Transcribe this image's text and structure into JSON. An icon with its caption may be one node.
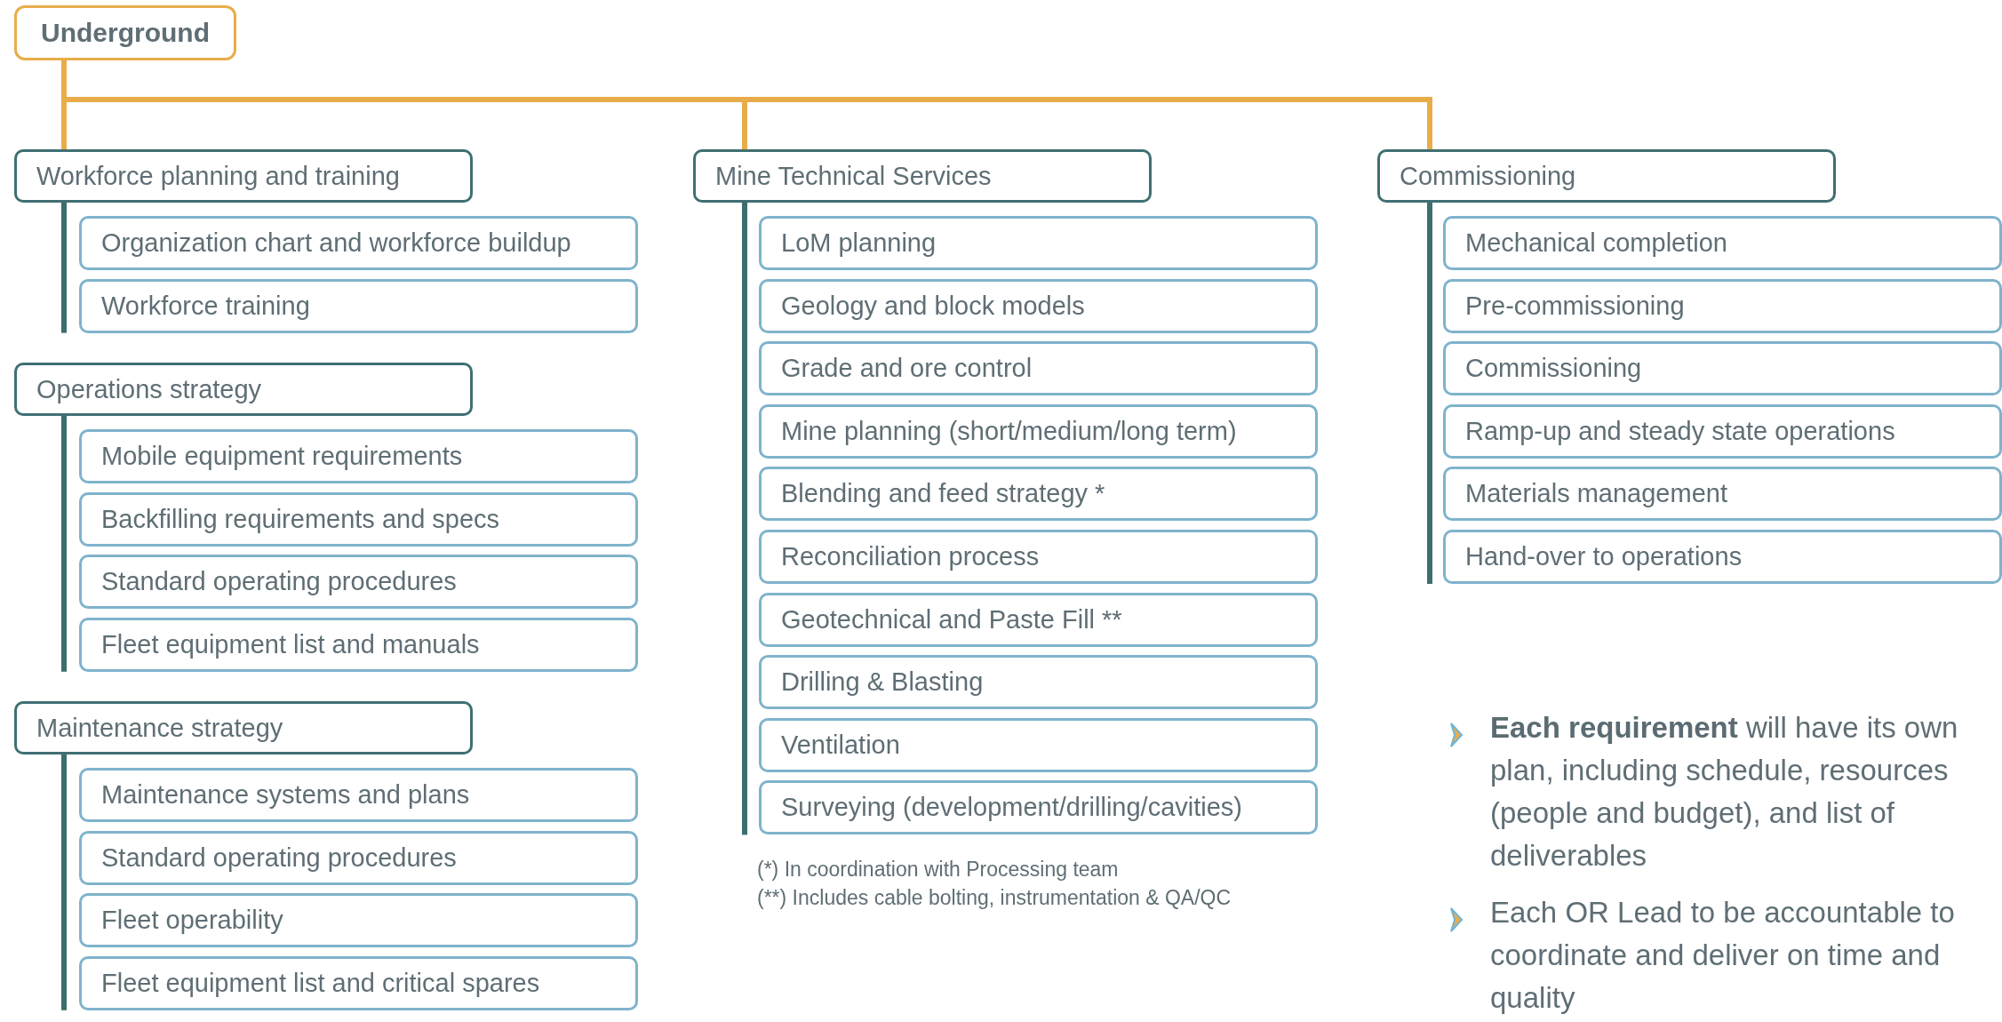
{
  "diagram": {
    "nodes": [
      {
        "text": [
          "Underground"
        ]
      },
      {
        "text": [
          "Workforce planning and training"
        ]
      },
      {
        "text": [
          "Organization chart and workforce buildup"
        ]
      },
      {
        "text": [
          "Workforce training"
        ]
      },
      {
        "text": [
          "Operations strategy"
        ]
      },
      {
        "text": [
          "Mobile equipment requirements"
        ]
      },
      {
        "text": [
          "Backfilling requirements and specs"
        ]
      },
      {
        "text": [
          "Standard operating procedures"
        ]
      },
      {
        "text": [
          "Fleet equipment list and manuals"
        ]
      },
      {
        "text": [
          "Maintenance strategy"
        ]
      },
      {
        "text": [
          "Maintenance systems and plans"
        ]
      },
      {
        "text": [
          "Standard operating procedures"
        ]
      },
      {
        "text": [
          "Fleet operability"
        ]
      },
      {
        "text": [
          "Fleet equipment list and critical spares"
        ]
      },
      {
        "text": [
          "Mine Technical Services"
        ]
      },
      {
        "text": [
          "LoM planning"
        ]
      },
      {
        "text": [
          "Geology and block models"
        ]
      },
      {
        "text": [
          "Grade and ore control"
        ]
      },
      {
        "text": [
          "Mine planning (short/medium/long term)"
        ]
      },
      {
        "text": [
          "Blending and feed strategy *"
        ]
      },
      {
        "text": [
          "Reconciliation process"
        ]
      },
      {
        "text": [
          "Geotechnical and Paste Fill **"
        ]
      },
      {
        "text": [
          "Drilling & Blasting"
        ]
      },
      {
        "text": [
          "Ventilation"
        ]
      },
      {
        "text": [
          "Surveying (development/drilling/cavities)"
        ]
      },
      {
        "text": [
          "Commissioning"
        ]
      },
      {
        "text": [
          "Mechanical completion"
        ]
      },
      {
        "text": [
          "Pre-commissioning"
        ]
      },
      {
        "text": [
          "Commissioning"
        ]
      },
      {
        "text": [
          "Ramp-up and steady state operations"
        ]
      },
      {
        "text": [
          "Materials management"
        ]
      },
      {
        "text": [
          "Hand-over to operations"
        ]
      }
    ],
    "edges": [
      {
        "from": 0,
        "to": 1,
        "arrow": "none"
      },
      {
        "from": 0,
        "to": 14,
        "arrow": "none"
      },
      {
        "from": 0,
        "to": 25,
        "arrow": "none"
      }
    ],
    "labels": [
      "(*) In coordination with Processing team",
      "(**) Includes cable bolting, instrumentation & QA/QC",
      "**Each requirement** will have its own plan, including schedule, resources (people and budget), and list of deliverables",
      "Each OR Lead to be accountable to coordinate and deliver on time and quality"
    ]
  }
}
